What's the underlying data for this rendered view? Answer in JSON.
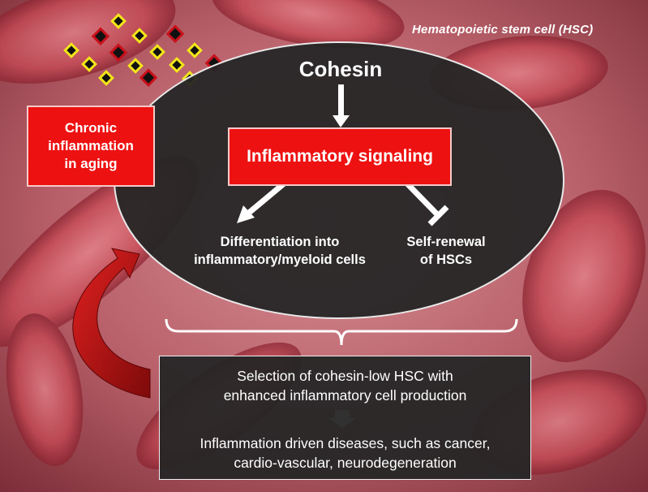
{
  "title": "Hematopoietic stem cell (HSC)",
  "center": "Cohesin",
  "signal": "Inflammatory signaling",
  "chronic": [
    "Chronic",
    "inflammation",
    "in aging"
  ],
  "outcomes": {
    "differentiation": [
      "Differentiation into",
      "inflammatory/myeloid cells"
    ],
    "self_renewal": [
      "Self-renewal",
      "of HSCs"
    ]
  },
  "selection": [
    "Selection of cohesin-low HSC with",
    "enhanced inflammatory cell production"
  ],
  "diseases": [
    "Inflammation driven diseases, such as cancer,",
    "cardio-vascular, neurodegeneration"
  ],
  "colors": {
    "background": "#a8505a",
    "red_box": "#ee1111",
    "ellipse": "#262626",
    "curved_arrow": "#b80f0f",
    "diamond_red": "#c8101a",
    "diamond_yellow": "#f2e61a"
  },
  "icons": [
    "cytokine-diamond-icon",
    "activation-arrow-icon",
    "inhibition-arrow-icon",
    "curved-feedback-arrow-icon",
    "down-block-arrow-icon",
    "brace-icon"
  ]
}
